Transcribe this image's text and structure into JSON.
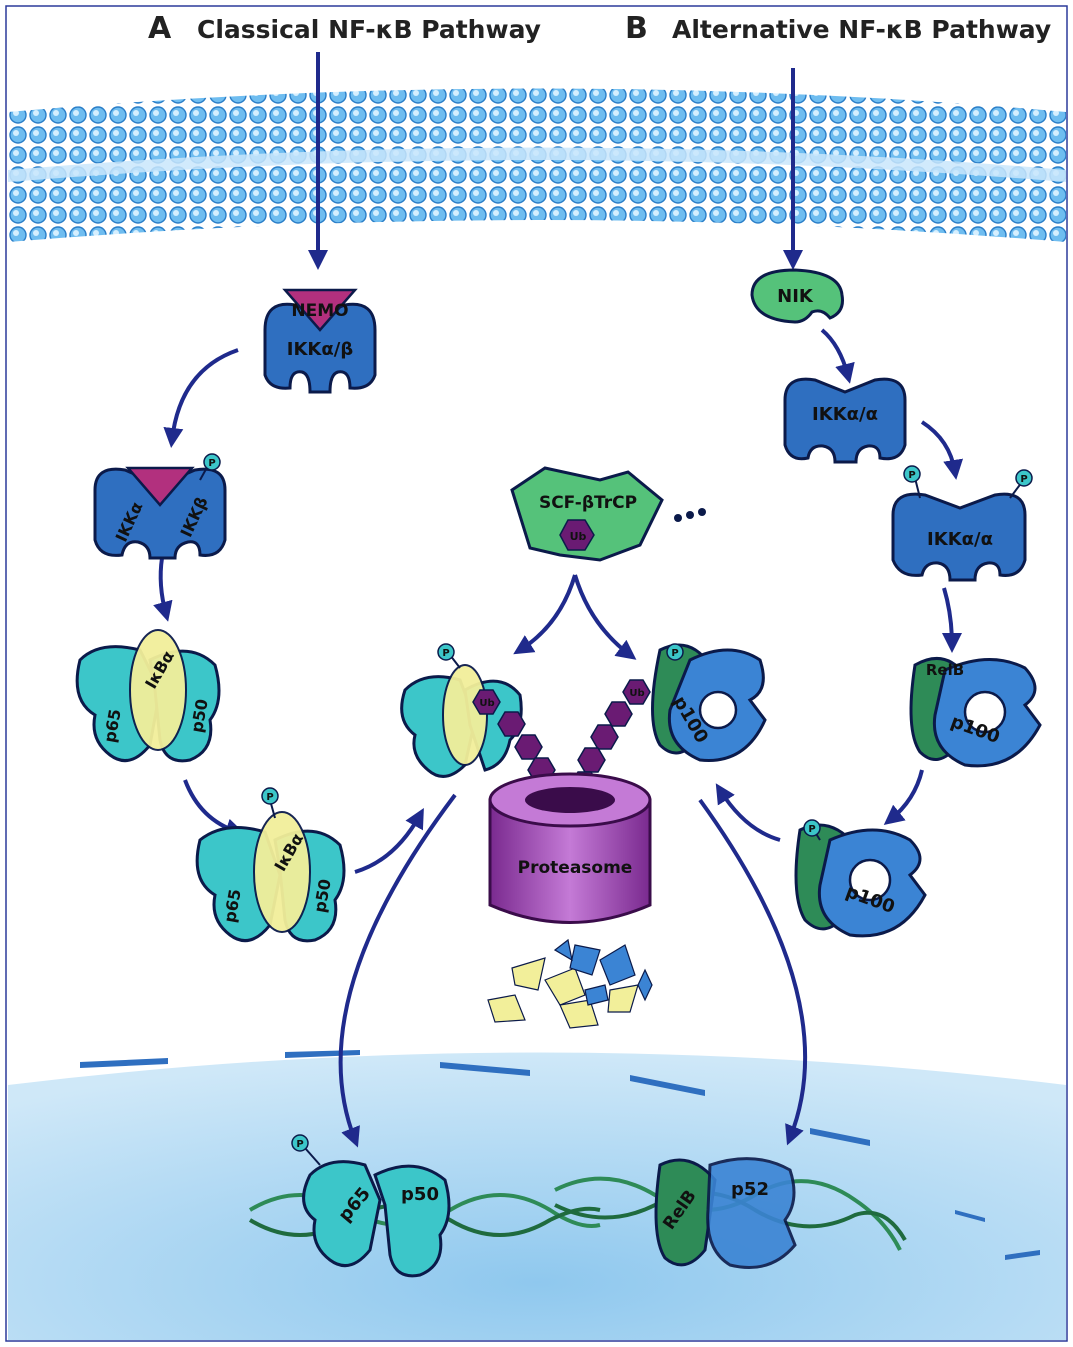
{
  "panel_a": {
    "letter": "A",
    "title": "Classical NF-κB Pathway"
  },
  "panel_b": {
    "letter": "B",
    "title": "Alternative NF-κB Pathway"
  },
  "labels": {
    "nemo": "NEMO",
    "ikk_ab": "IKKα/β",
    "ikk_a": "IKKα",
    "ikk_b": "IKKβ",
    "ikba": "IκBα",
    "p65": "p65",
    "p50": "p50",
    "scf": "SCF-βTrCP",
    "ub": "Ub",
    "phos": "P",
    "proteasome": "Proteasome",
    "nik": "NIK",
    "ikk_aa": "IKKα/α",
    "relb": "RelB",
    "p100": "p100",
    "p52": "p52"
  },
  "colors": {
    "arrow": "#1f2a8c",
    "membrane": "#5aaee8",
    "nucleus": "#a9d4f0",
    "ikk_blue": "#2f6fc0",
    "nemo_magenta": "#b2307e",
    "p65_teal": "#3cc6c9",
    "ikba_yellow": "#f2ef9a",
    "relb_green": "#2e8b57",
    "p100_blue": "#3b84d4",
    "scf_green": "#55c27a",
    "ub_purple": "#6a1b73",
    "proteasome_purple": "#9b3fb0"
  }
}
